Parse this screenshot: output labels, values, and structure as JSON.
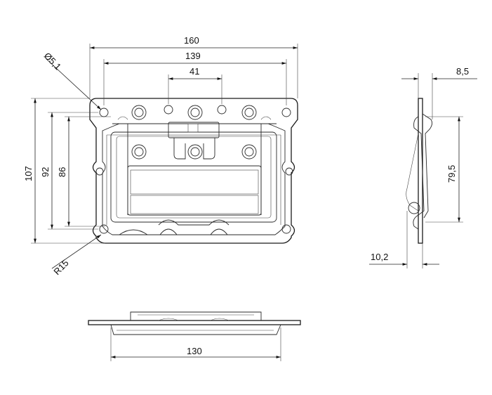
{
  "dimensions": {
    "overall_width": "160",
    "hole_spacing_outer": "139",
    "hole_spacing_center": "41",
    "hole_diameter": "Ø5,1",
    "overall_height": "107",
    "hole_spacing_vertical": "92",
    "inner_height": "86",
    "corner_radius": "R15",
    "side_depth": "8,5",
    "side_height": "79,5",
    "side_thickness": "10,2",
    "bottom_width": "130"
  }
}
